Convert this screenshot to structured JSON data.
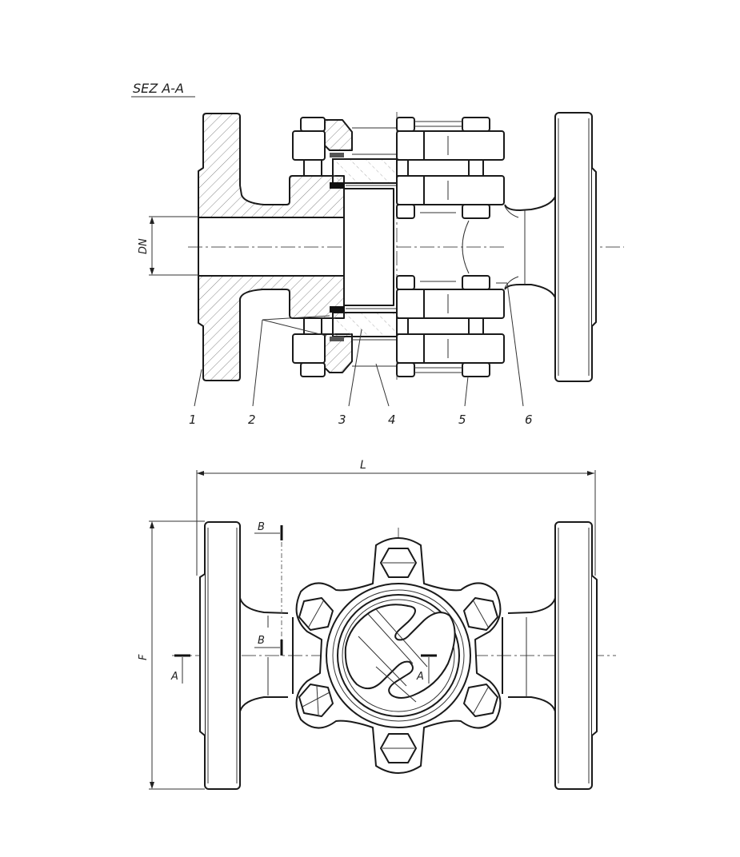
{
  "drawing": {
    "section_title": "SEZ A-A",
    "dimensions": {
      "nominal_diameter": "DN",
      "overall_length": "L",
      "flange_diameter": "F"
    },
    "part_callouts": [
      {
        "number": "1"
      },
      {
        "number": "2"
      },
      {
        "number": "3"
      },
      {
        "number": "4"
      },
      {
        "number": "5"
      },
      {
        "number": "6"
      }
    ],
    "section_markers": {
      "a": "A",
      "a2": "A",
      "b": "B",
      "b2": "B"
    },
    "colors": {
      "line": "#1a1a1a",
      "background": "#ffffff"
    }
  }
}
